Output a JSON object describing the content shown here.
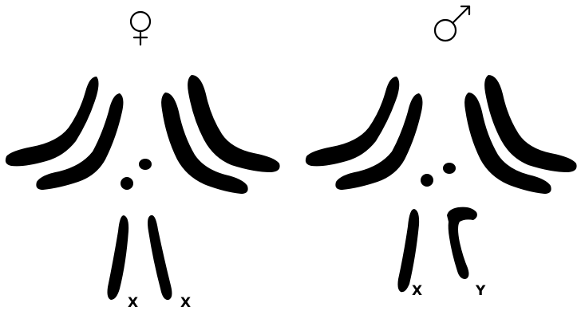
{
  "panels": [
    {
      "id": "female",
      "symbol": "female-symbol",
      "sex_chromosome_labels": [
        "X",
        "X"
      ]
    },
    {
      "id": "male",
      "symbol": "male-symbol",
      "sex_chromosome_labels": [
        "X",
        "Y"
      ]
    }
  ],
  "colors": {
    "ink": "#000000",
    "background": "#ffffff"
  }
}
